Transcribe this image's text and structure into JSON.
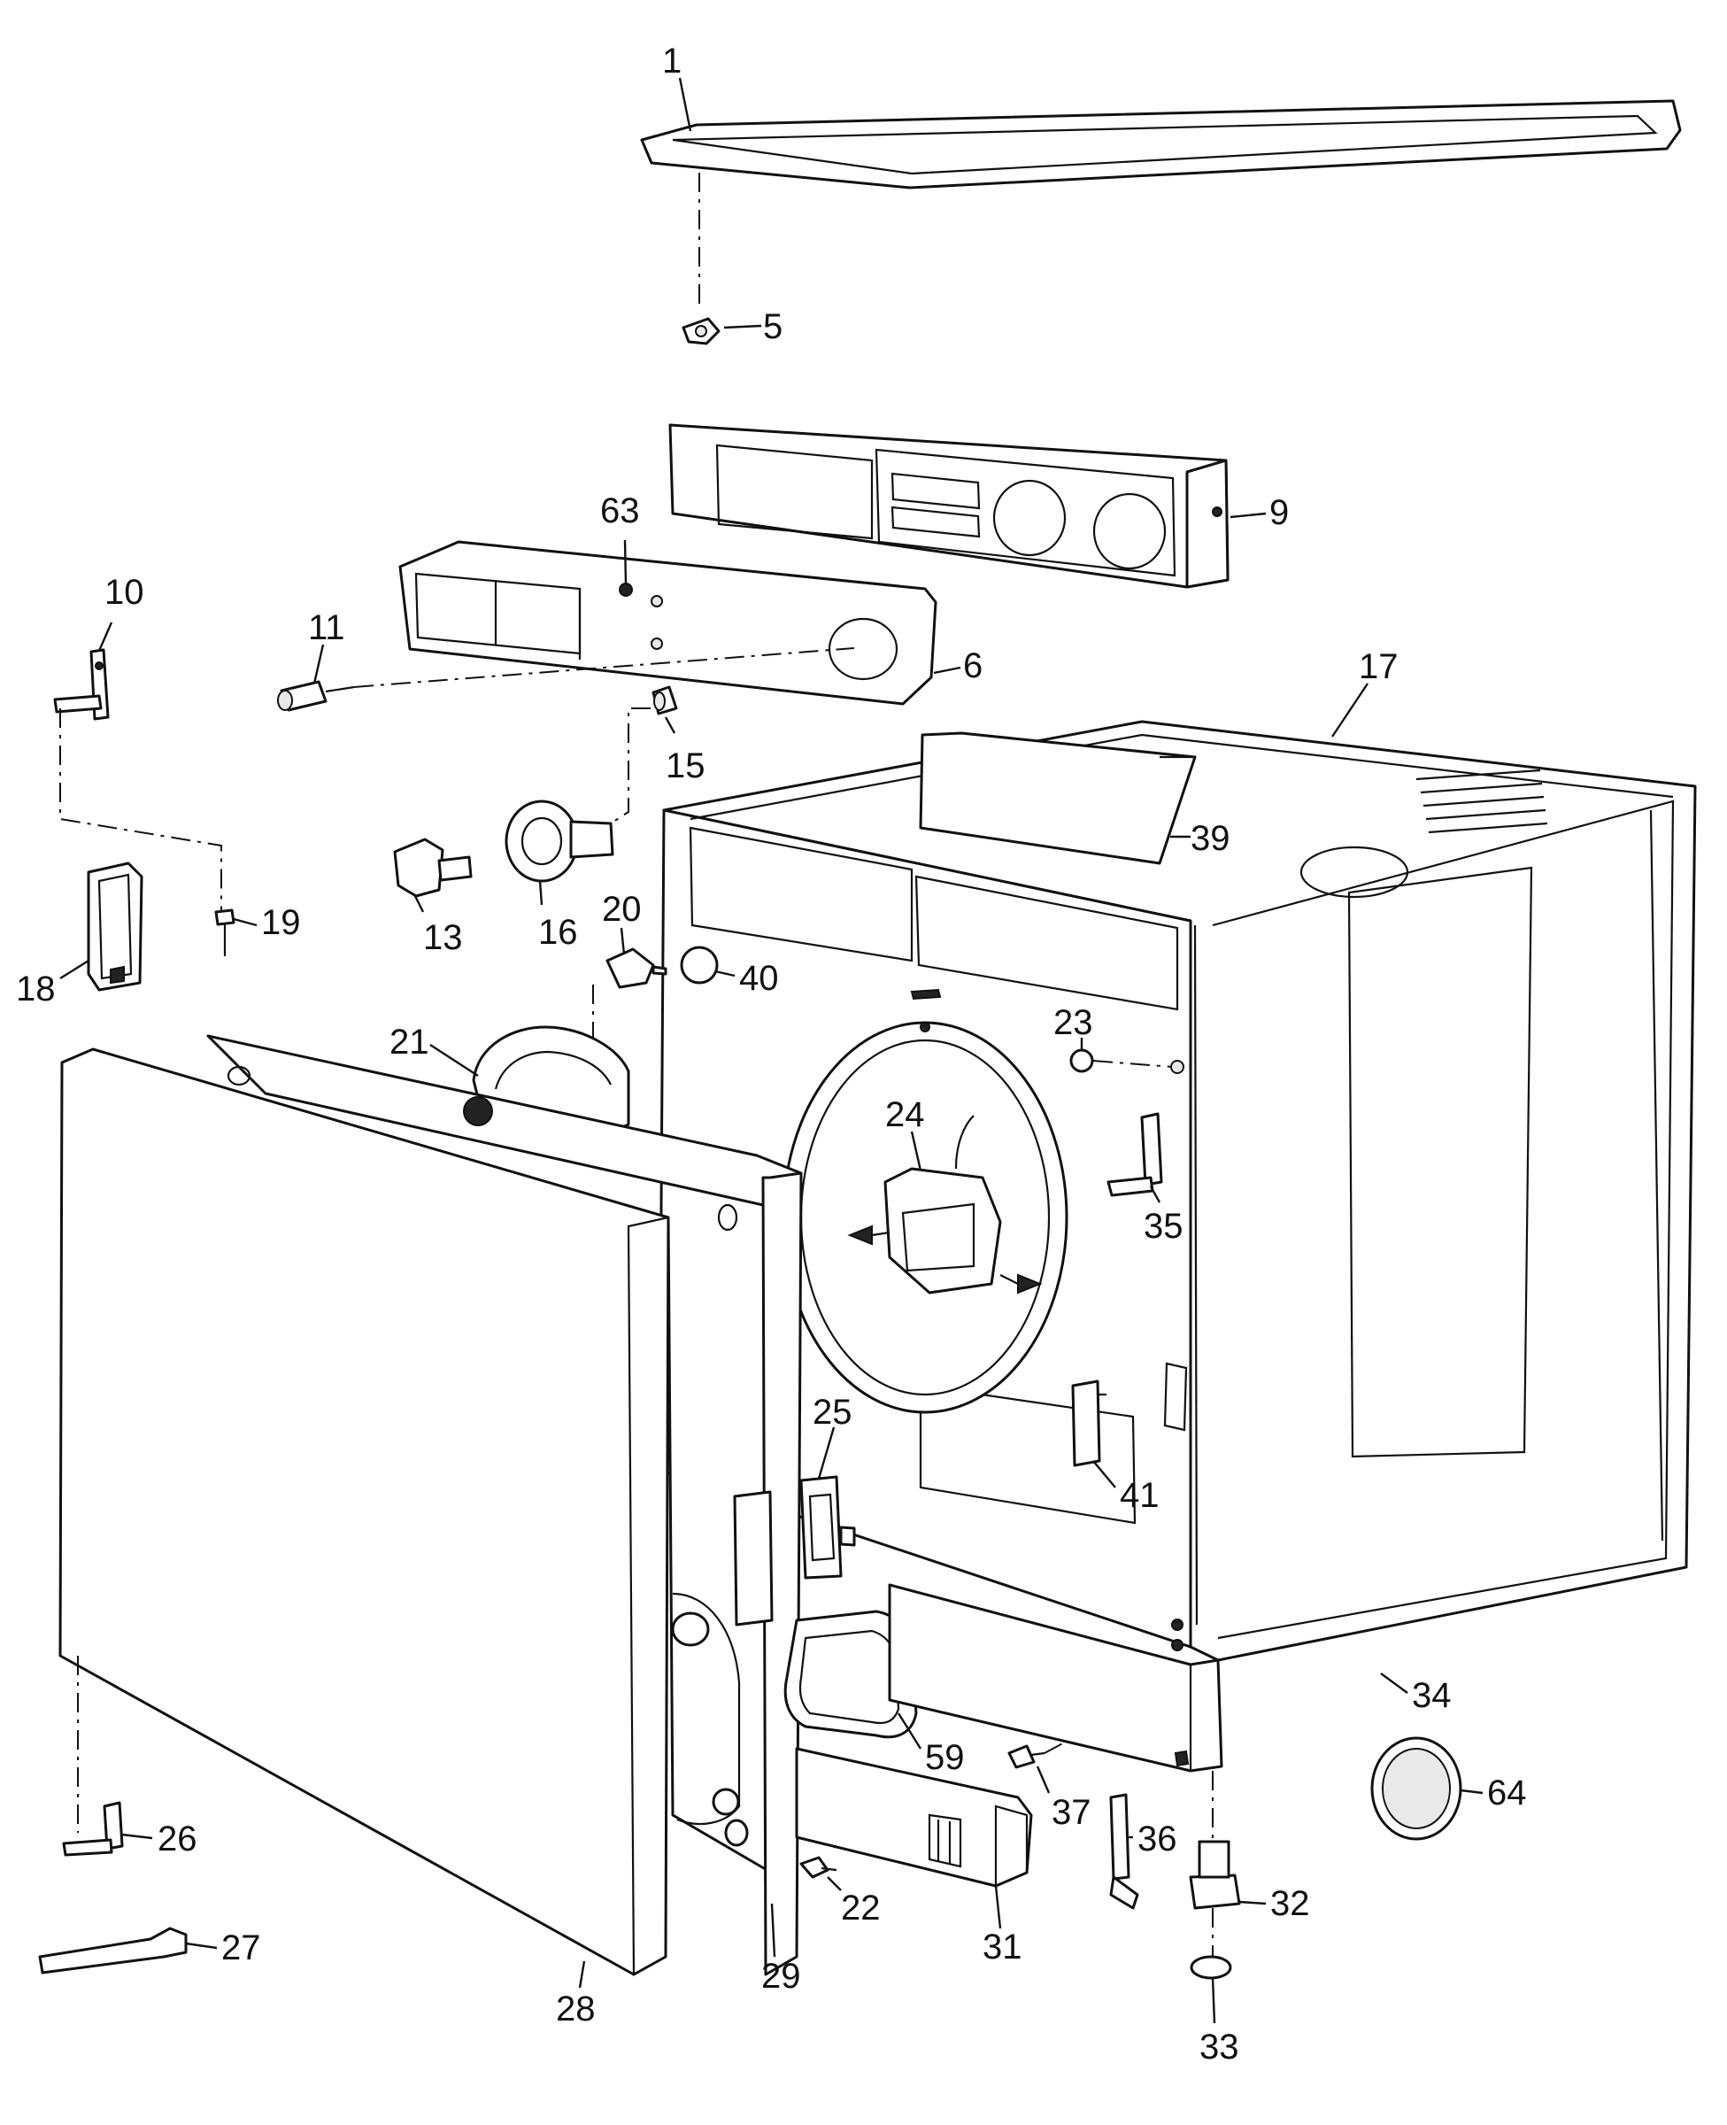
{
  "callouts": [
    {
      "id": "1",
      "text": "1"
    },
    {
      "id": "5",
      "text": "5"
    },
    {
      "id": "9",
      "text": "9"
    },
    {
      "id": "63",
      "text": "63"
    },
    {
      "id": "10",
      "text": "10"
    },
    {
      "id": "11",
      "text": "11"
    },
    {
      "id": "6",
      "text": "6"
    },
    {
      "id": "17",
      "text": "17"
    },
    {
      "id": "15",
      "text": "15"
    },
    {
      "id": "39",
      "text": "39"
    },
    {
      "id": "13",
      "text": "13"
    },
    {
      "id": "16",
      "text": "16"
    },
    {
      "id": "19",
      "text": "19"
    },
    {
      "id": "18",
      "text": "18"
    },
    {
      "id": "20",
      "text": "20"
    },
    {
      "id": "40",
      "text": "40"
    },
    {
      "id": "21",
      "text": "21"
    },
    {
      "id": "23",
      "text": "23"
    },
    {
      "id": "24",
      "text": "24"
    },
    {
      "id": "35",
      "text": "35"
    },
    {
      "id": "25",
      "text": "25"
    },
    {
      "id": "41",
      "text": "41"
    },
    {
      "id": "34",
      "text": "34"
    },
    {
      "id": "59",
      "text": "59"
    },
    {
      "id": "64",
      "text": "64"
    },
    {
      "id": "37",
      "text": "37"
    },
    {
      "id": "36",
      "text": "36"
    },
    {
      "id": "26",
      "text": "26"
    },
    {
      "id": "32",
      "text": "32"
    },
    {
      "id": "22",
      "text": "22"
    },
    {
      "id": "27",
      "text": "27"
    },
    {
      "id": "31",
      "text": "31"
    },
    {
      "id": "29",
      "text": "29"
    },
    {
      "id": "28",
      "text": "28"
    },
    {
      "id": "33",
      "text": "33"
    }
  ]
}
